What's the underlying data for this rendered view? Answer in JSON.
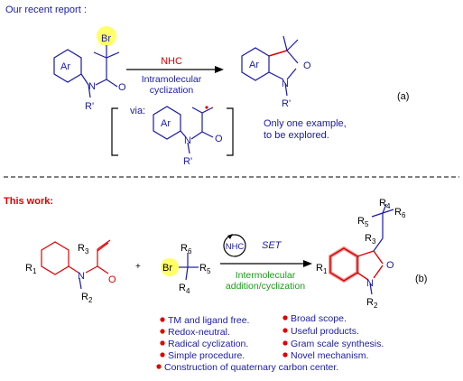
{
  "top": {
    "heading": "Our recent report :",
    "reactant_br": "Br",
    "reactant_ar": "Ar",
    "reactant_n": "N",
    "reactant_o": "O",
    "reactant_r": "R'",
    "arrow_reagent": "NHC",
    "arrow_line1": "Intramolecular",
    "arrow_line2": "cyclization",
    "product_ar": "Ar",
    "product_n": "N",
    "product_o": "O",
    "product_r": "R'",
    "via_label": "via:",
    "intermediate_ar": "Ar",
    "intermediate_n": "N",
    "intermediate_o": "O",
    "intermediate_r": "R'",
    "note_line1": "Only one example,",
    "note_line2": "to be explored.",
    "tag": "(a)"
  },
  "bottom": {
    "heading": "This work:",
    "r1": "R",
    "r1_sub": "1",
    "r3": "R",
    "r3_sub": "3",
    "n": "N",
    "o": "O",
    "r2": "R",
    "r2_sub": "2",
    "plus": "+",
    "br": "Br",
    "r6": "R",
    "r6_sub": "6",
    "r5": "R",
    "r5_sub": "5",
    "r4": "R",
    "r4_sub": "4",
    "catalyst": "NHC",
    "set_label": "SET",
    "arrow_line1": "Intermolecular",
    "arrow_line2": "addition/cyclization",
    "tag": "(b)",
    "p_r1": "R",
    "p_r1_sub": "1",
    "p_r3": "R",
    "p_r3_sub": "3",
    "p_r4": "R",
    "p_r4_sub": "4",
    "p_r5": "R",
    "p_r5_sub": "5",
    "p_r6": "R",
    "p_r6_sub": "6",
    "p_n": "N",
    "p_o": "O",
    "p_r2": "R",
    "p_r2_sub": "2",
    "features_left": [
      "TM and ligand free.",
      "Redox-neutral.",
      "Radical cyclization.",
      "Simple procedure."
    ],
    "features_right": [
      "Broad  scope.",
      "Useful products.",
      "Gram scale synthesis.",
      "Novel mechanism."
    ],
    "feature_last": "Construction of quaternary carbon center."
  },
  "colors": {
    "heading_top": "#1a1aa8",
    "heading_bottom": "#e00000",
    "blue": "#1a1aa8",
    "red": "#e00000",
    "green": "#1a9a1a",
    "highlight": "#ffff66"
  }
}
